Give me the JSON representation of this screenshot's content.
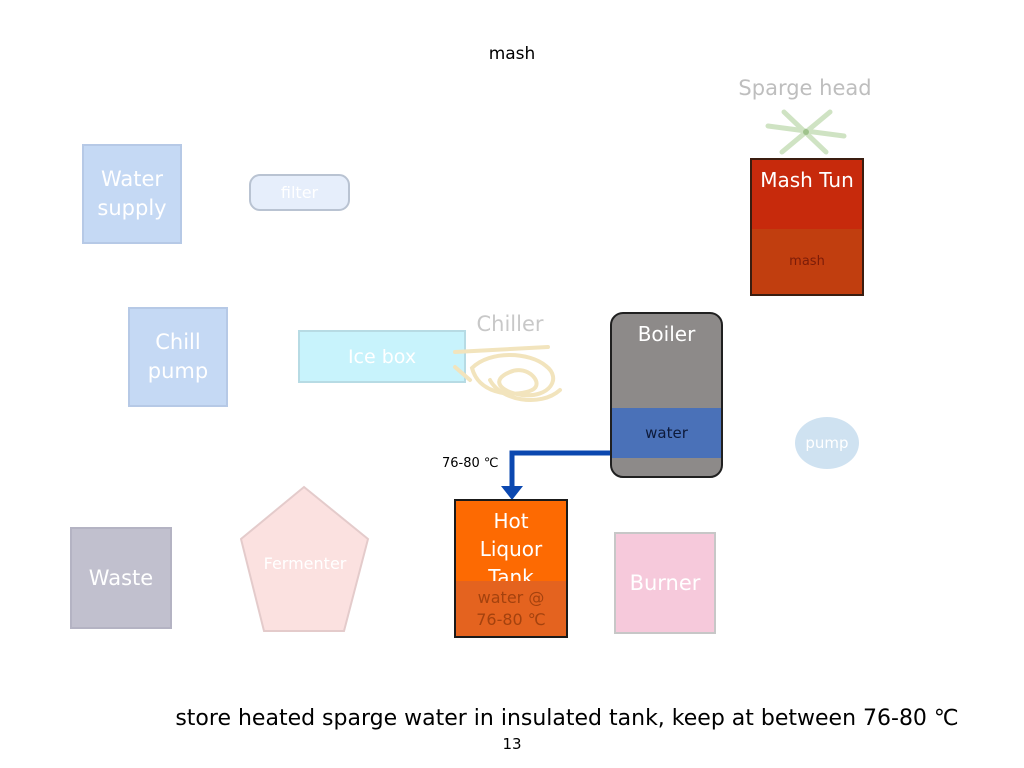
{
  "slide": {
    "title": "mash",
    "caption": "store heated sparge water in insulated tank, keep at between 76-80 ℃",
    "page_number": "13"
  },
  "nodes": {
    "water_supply": "Water supply",
    "filter": "filter",
    "chill_pump": "Chill pump",
    "ice_box": "Ice box",
    "chiller": "Chiller",
    "sparge_head": "Sparge head",
    "mash_tun": {
      "label": "Mash Tun",
      "contents": "mash"
    },
    "boiler": {
      "label": "Boiler",
      "contents": "water"
    },
    "pump": "pump",
    "hot_liquor_tank": {
      "label": "Hot Liquor Tank",
      "contents": "water @ 76-80 ℃"
    },
    "burner": "Burner",
    "waste": "Waste",
    "fermenter": "Fermenter"
  },
  "edges": {
    "boiler_to_hlt_label": "76-80 ℃"
  },
  "colors": {
    "flow_arrow": "#0b48b0",
    "mash_tun": "#c72a0c",
    "hlt": "#fd6a02",
    "boiler_water": "#4a71b8"
  }
}
